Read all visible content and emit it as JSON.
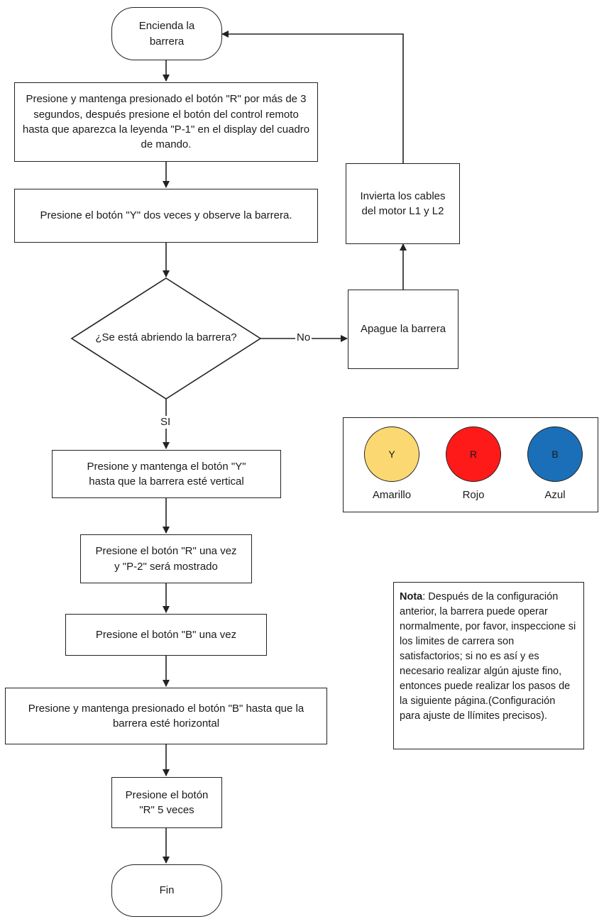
{
  "flowchart": {
    "start": "Encienda la barrera",
    "step1": "Presione y mantenga presionado el botón \"R\" por más de 3 segundos, después presione el botón del control remoto hasta que aparezca la leyenda \"P-1\" en el display del cuadro de mando.",
    "step2": "Presione el botón \"Y\" dos veces y observe la barrera.",
    "decision": "¿Se está abriendo la barrera?",
    "no_label": "No",
    "yes_label": "SI",
    "no_step1": "Apague la barrera",
    "no_step2": "Invierta los cables del motor L1 y L2",
    "step3": "Presione y mantenga el botón \"Y\" hasta que la barrera esté vertical",
    "step4": "Presione el botón \"R\" una vez y \"P-2\" será mostrado",
    "step5": "Presione el botón \"B\" una vez",
    "step6": "Presione y mantenga presionado el botón \"B\" hasta que la barrera esté horizontal",
    "step7": "Presione el botón \"R\" 5 veces",
    "end": "Fin"
  },
  "legend": {
    "items": [
      {
        "letter": "Y",
        "name": "Amarillo",
        "color": "#fbd872"
      },
      {
        "letter": "R",
        "name": "Rojo",
        "color": "#ff1a1a"
      },
      {
        "letter": "B",
        "name": "Azul",
        "color": "#1a6fb8"
      }
    ]
  },
  "note": {
    "title": "Nota",
    "text": ": Después de la configuración anterior, la barrera puede operar normalmente, por favor, inspeccione si los limites de carrera son satisfactorios; si no es así y es necesario realizar algún ajuste fino, entonces puede realizar los pasos de la siguiente página.(Configuración para ajuste de llímites precisos)."
  }
}
